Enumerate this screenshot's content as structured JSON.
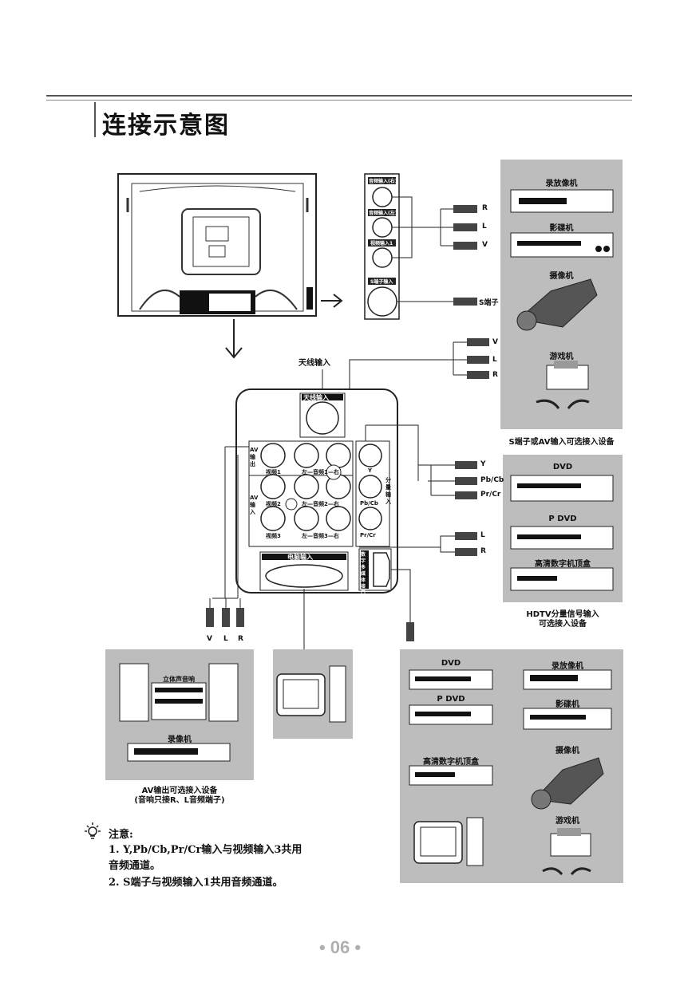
{
  "header": {
    "title": "连接示意图"
  },
  "side_panel": {
    "labels": [
      "音频输入(右)",
      "音频输入(左)",
      "视频输入1",
      "S端子输入"
    ],
    "plugs": [
      "R",
      "L",
      "V",
      "S端子"
    ]
  },
  "top_group": {
    "devices": [
      "录放像机",
      "影碟机",
      "摄像机",
      "游戏机"
    ],
    "caption": "S端子或AV输入可选接入设备"
  },
  "antenna": "天线输入",
  "front_plugs": [
    "V",
    "L",
    "R"
  ],
  "panel": {
    "antenna_label": "天线输入",
    "av_out": "AV输出",
    "av_in": "AV输入",
    "rows": [
      "视频1",
      "左—音频1—右",
      "视频2",
      "左—音频2—右",
      "视频3",
      "左—音频3—右"
    ],
    "component": [
      "Y",
      "Pb/Cb",
      "Pr/Cr"
    ],
    "component_label": "分量输入",
    "pc_input": "电脑输入",
    "digital": "数字多媒体接口"
  },
  "hdtv_plugs": [
    "Y",
    "Pb/Cb",
    "Pr/Cr",
    "L",
    "R"
  ],
  "hdtv_group": {
    "devices": [
      "DVD",
      "P DVD",
      "高清数字机顶盒"
    ],
    "caption_line1": "HDTV分量信号输入",
    "caption_line2": "可选接入设备"
  },
  "avout_plugs": [
    "V",
    "L",
    "R"
  ],
  "avout_group": {
    "devices": [
      "立体声音响",
      "录像机"
    ],
    "caption_line1": "AV输出可选接入设备",
    "caption_line2": "(音响只接R、L音频端子)"
  },
  "bottom_group": {
    "devices": [
      "DVD",
      "录放像机",
      "P DVD",
      "影碟机",
      "摄像机",
      "高清数字机顶盒",
      "游戏机"
    ]
  },
  "notes": {
    "heading": "注意:",
    "line1": "1. Y,Pb/Cb,Pr/Cr输入与视频输入3共用",
    "line1b": "音频通道。",
    "line2": "2. S端子与视频输入1共用音频通道。"
  },
  "page": {
    "number": "• 06 •"
  }
}
